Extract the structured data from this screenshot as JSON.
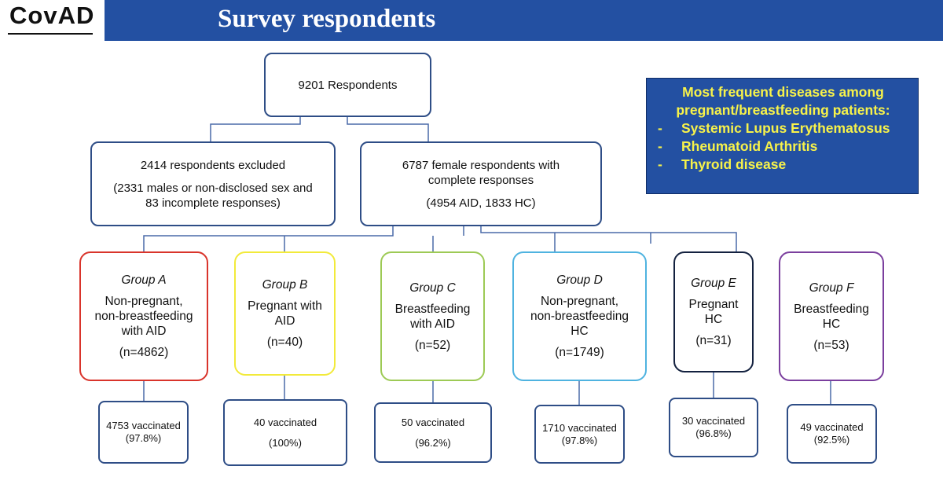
{
  "header": {
    "title": "Survey respondents",
    "logo_text": "CovAD",
    "bar_color": "#2350a2"
  },
  "flow": {
    "root": "9201 Respondents",
    "excluded": {
      "line1": "2414 respondents excluded",
      "line2": "(2331 males or non-disclosed sex and",
      "line3": "83 incomplete responses)"
    },
    "included": {
      "line1": "6787 female respondents with",
      "line2": "complete responses",
      "line3": "(4954 AID, 1833 HC)"
    },
    "groups": [
      {
        "name": "Group A",
        "desc1": "Non-pregnant,",
        "desc2": "non-breastfeeding",
        "desc3": "with AID",
        "count": "(n=4862)",
        "color": "#d9342b",
        "vaccinated": "4753 vaccinated",
        "pct": "(97.8%)"
      },
      {
        "name": "Group B",
        "desc1": "Pregnant with",
        "desc2": "AID",
        "count": "(n=40)",
        "color": "#f2ea3a",
        "vaccinated": "40 vaccinated",
        "pct": "(100%)"
      },
      {
        "name": "Group C",
        "desc1": "Breastfeeding",
        "desc2": "with AID",
        "count": "(n=52)",
        "color": "#9dca55",
        "vaccinated": "50 vaccinated",
        "pct": "(96.2%)"
      },
      {
        "name": "Group D",
        "desc1": "Non-pregnant,",
        "desc2": "non-breastfeeding",
        "desc3": "HC",
        "count": "(n=1749)",
        "color": "#4fb3e0",
        "vaccinated": "1710 vaccinated",
        "pct": "(97.8%)"
      },
      {
        "name": "Group E",
        "desc1": "Pregnant",
        "desc2": "HC",
        "count": "(n=31)",
        "color": "#13213f",
        "vaccinated": "30 vaccinated",
        "pct": "(96.8%)"
      },
      {
        "name": "Group F",
        "desc1": "Breastfeeding",
        "desc2": "HC",
        "count": "(n=53)",
        "color": "#7b3f9e",
        "vaccinated": "49 vaccinated",
        "pct": "(92.5%)"
      }
    ]
  },
  "info_box": {
    "title1": "Most frequent diseases among",
    "title2": "pregnant/breastfeeding patients:",
    "dash": "-",
    "items": [
      "Systemic Lupus Erythematosus",
      "Rheumatoid Arthritis",
      "Thyroid disease"
    ],
    "bg_color": "#2350a2",
    "text_color": "#f7f24a"
  }
}
